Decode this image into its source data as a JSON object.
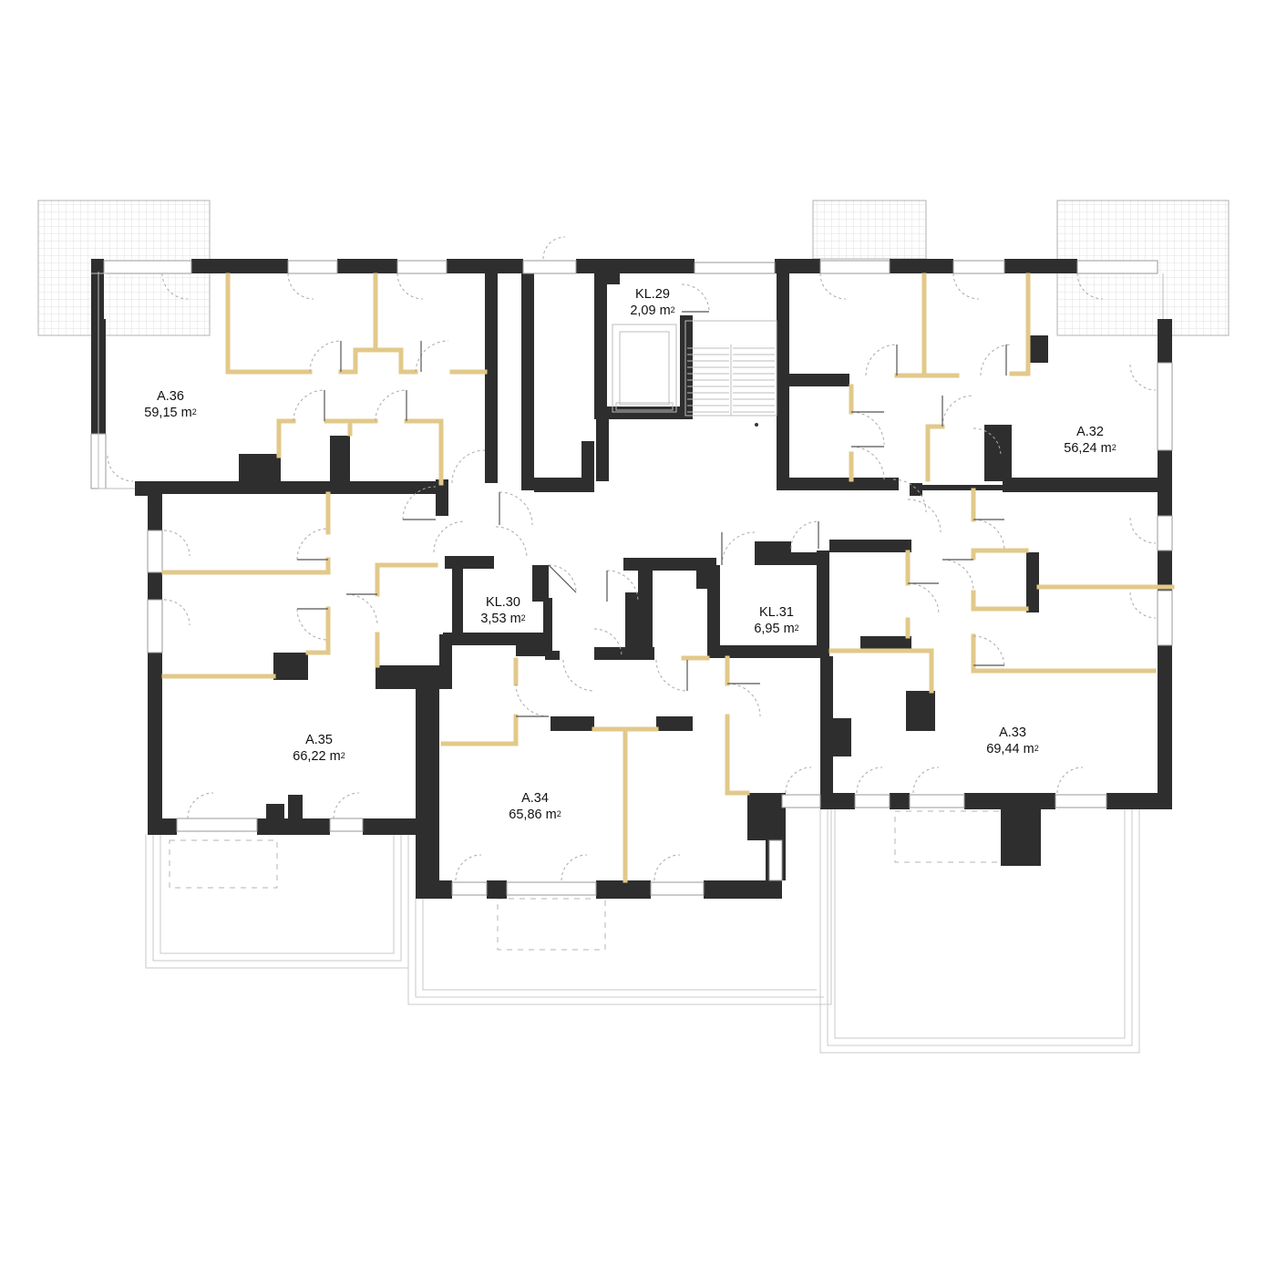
{
  "plan": {
    "rooms": [
      {
        "id": "A.36",
        "area": "59,15 m",
        "unit_sup": "2"
      },
      {
        "id": "KL.29",
        "area": "2,09 m",
        "unit_sup": "2"
      },
      {
        "id": "A.32",
        "area": "56,24 m",
        "unit_sup": "2"
      },
      {
        "id": "KL.30",
        "area": "3,53 m",
        "unit_sup": "2"
      },
      {
        "id": "KL.31",
        "area": "6,95 m",
        "unit_sup": "2"
      },
      {
        "id": "A.35",
        "area": "66,22 m",
        "unit_sup": "2"
      },
      {
        "id": "A.34",
        "area": "65,86 m",
        "unit_sup": "2"
      },
      {
        "id": "A.33",
        "area": "69,44 m",
        "unit_sup": "2"
      }
    ],
    "colors": {
      "wall": "#2e2e2e",
      "partition": "#e2c98a",
      "line": "#bdbdbd"
    }
  }
}
